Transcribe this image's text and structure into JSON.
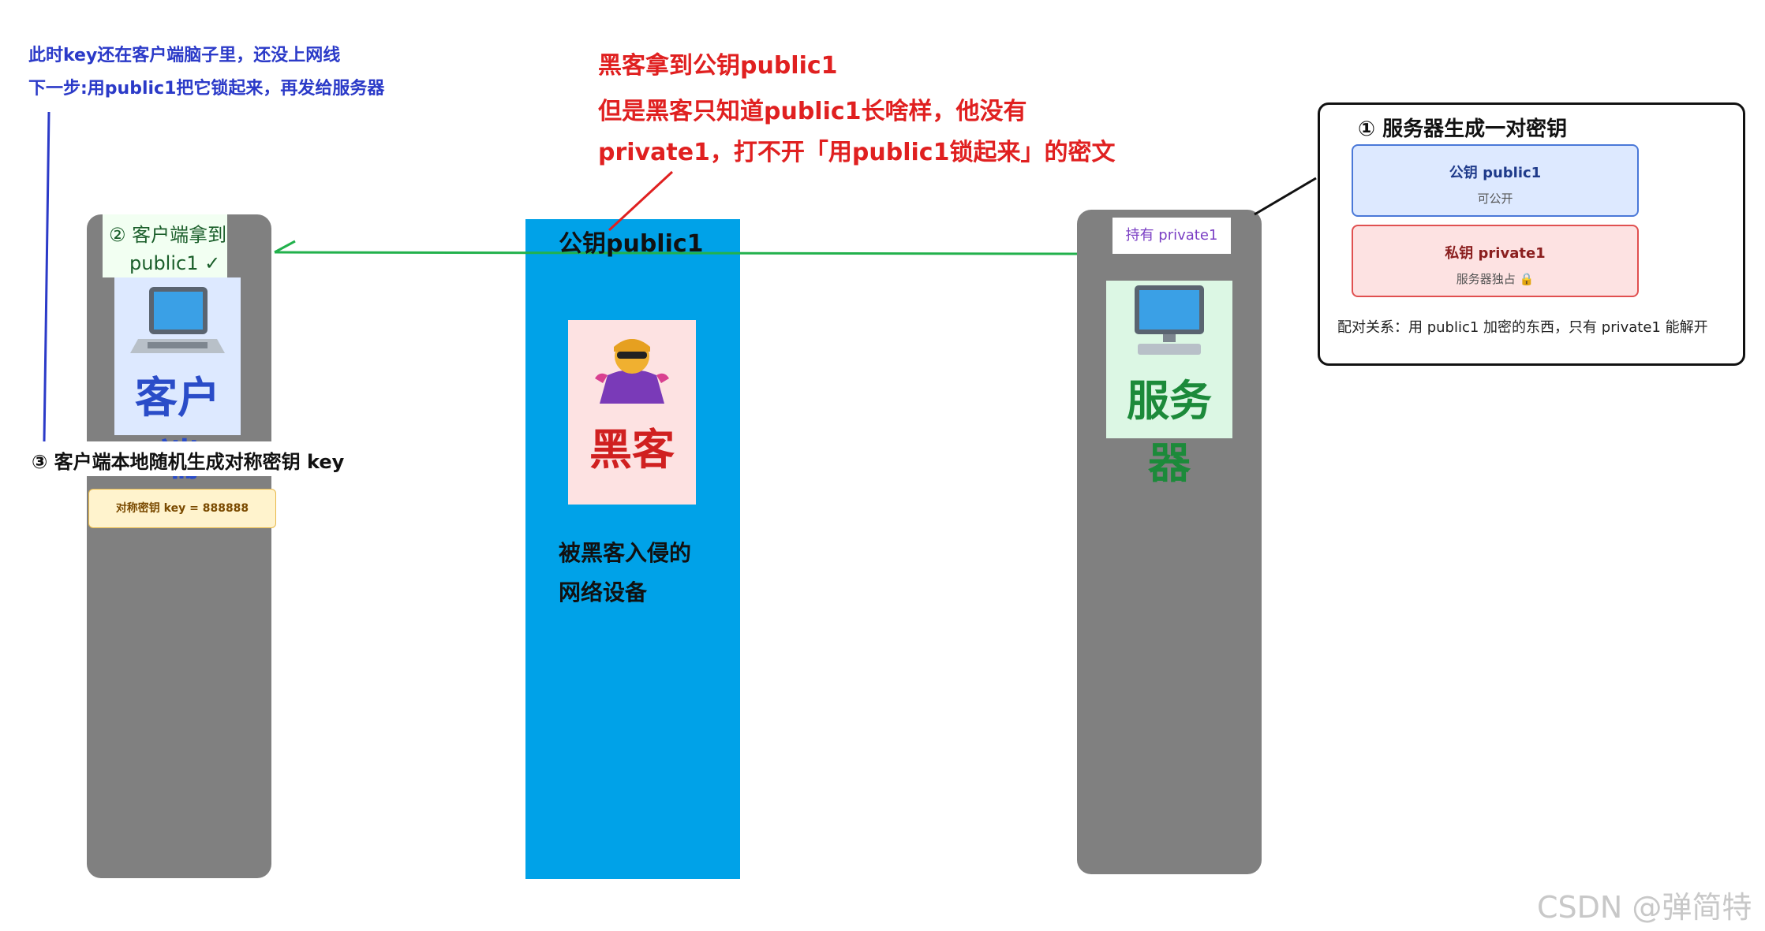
{
  "notes": {
    "top_left_line1": "此时key还在客户端脑子里，还没上网线",
    "top_left_line2": "下一步:用public1把它锁起来，再发给服务器",
    "top_red_line1": "黑客拿到公钥public1",
    "top_red_line2": "但是黑客只知道public1长啥样，他没有",
    "top_red_line3": "private1，打不开「用public1锁起来」的密文"
  },
  "client": {
    "step2_line1": "② 客户端拿到",
    "step2_line2": "public1 ✓",
    "icon": "laptop-icon",
    "title": "客户端",
    "step3": "③ 客户端本地随机生成对称密钥 key",
    "key_box": "对称密钥 key = 888888"
  },
  "middle": {
    "label": "公钥public1",
    "hacker_icon": "villain-icon",
    "hacker_title": "黑客",
    "device_line1": "被黑客入侵的",
    "device_line2": "网络设备"
  },
  "server": {
    "holds": "持有 private1",
    "icon": "desktop-computer-icon",
    "title": "服务器"
  },
  "keypair_panel": {
    "title": "① 服务器生成一对密钥",
    "public_title": "公钥 public1",
    "public_sub": "可公开",
    "private_title": "私钥 private1",
    "private_sub": "服务器独占 🔒",
    "relation": "配对关系：用 public1 加密的东西，只有 private1 能解开"
  },
  "watermark": "CSDN @弹简特",
  "colors": {
    "arrow_green": "#22b14c",
    "note_blue": "#2b3ac8",
    "note_red": "#e02020",
    "pillar_gray": "#808080",
    "pillar_blue": "#00a2e8"
  }
}
